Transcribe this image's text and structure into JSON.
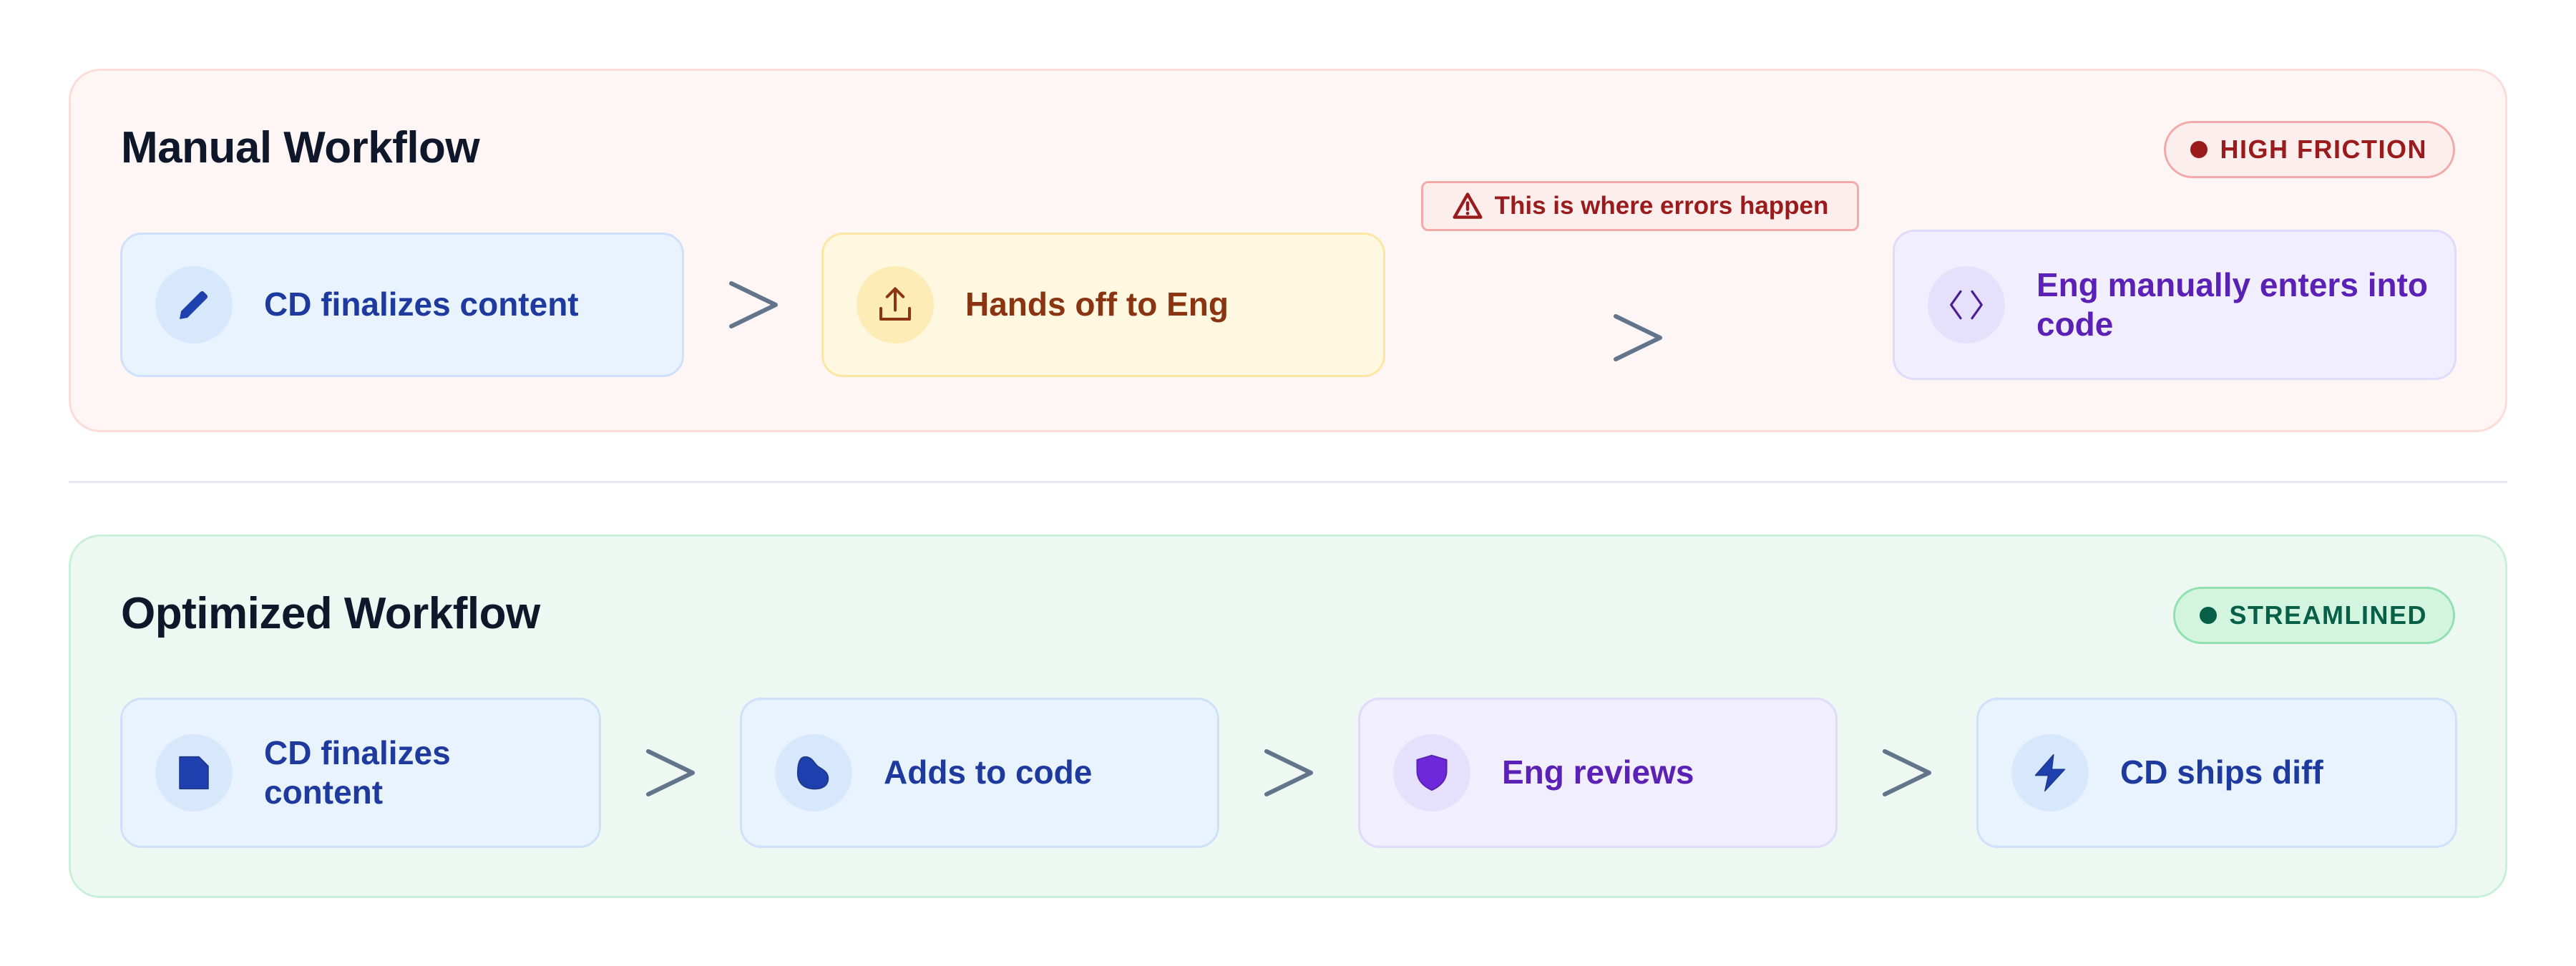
{
  "manual": {
    "title": "Manual Workflow",
    "badge": "HIGH FRICTION",
    "steps": [
      {
        "label": "CD finalizes content",
        "icon": "pencil-icon"
      },
      {
        "label": "Hands off to Eng",
        "icon": "upload-icon"
      },
      {
        "label": "Eng manually enters into code",
        "icon": "code-icon"
      }
    ],
    "warning": "This is where errors happen"
  },
  "optimized": {
    "title": "Optimized Workflow",
    "badge": "STREAMLINED",
    "steps": [
      {
        "label": "CD finalizes content",
        "icon": "document-icon"
      },
      {
        "label": "Adds to code",
        "icon": "blob-icon"
      },
      {
        "label": "Eng reviews",
        "icon": "shield-icon"
      },
      {
        "label": "CD ships diff",
        "icon": "lightning-icon"
      }
    ]
  },
  "colors": {
    "manual_bg": "#fef6f5",
    "optimized_bg": "#eef8f2",
    "blue_text": "#1e3a9f",
    "orange_text": "#8a3412",
    "purple_text": "#5b21b6",
    "danger": "#991b1b",
    "success": "#065f46"
  }
}
